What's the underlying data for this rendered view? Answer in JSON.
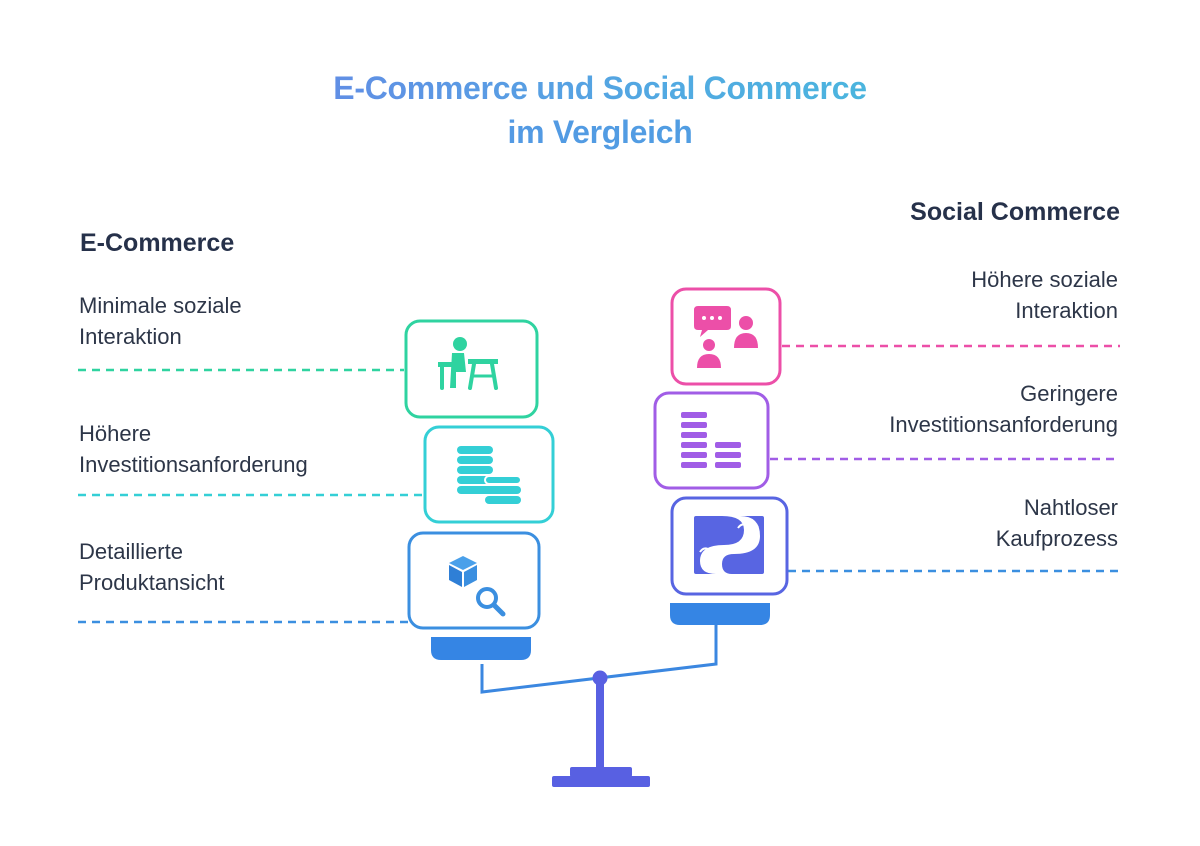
{
  "title": {
    "line1": "E-Commerce und Social Commerce",
    "line2": "im Vergleich"
  },
  "left": {
    "heading": "E-Commerce",
    "items": [
      {
        "line1": "Minimale soziale",
        "line2": "Interaktion",
        "icon": "person-at-desk-icon",
        "color": "#2fd3a0"
      },
      {
        "line1": "Höhere",
        "line2": "Investitionsanforderung",
        "icon": "coin-stacks-icon",
        "color": "#34cfd6"
      },
      {
        "line1": "Detaillierte",
        "line2": "Produktansicht",
        "icon": "box-magnifier-icon",
        "color": "#3b8fe0"
      }
    ]
  },
  "right": {
    "heading": "Social Commerce",
    "items": [
      {
        "line1": "Höhere soziale",
        "line2": "Interaktion",
        "icon": "chat-people-icon",
        "color": "#ec4fa8"
      },
      {
        "line1": "Geringere",
        "line2": "Investitionsanforderung",
        "icon": "bar-stacks-icon",
        "color": "#a15de6"
      },
      {
        "line1": "Nahtloser",
        "line2": "Kaufprozess",
        "icon": "winding-road-icon",
        "color": "#5865e2"
      }
    ]
  },
  "colors": {
    "scale_blue": "#3b87e0",
    "scale_stand": "#5860e2",
    "heading_text": "#26314a"
  }
}
